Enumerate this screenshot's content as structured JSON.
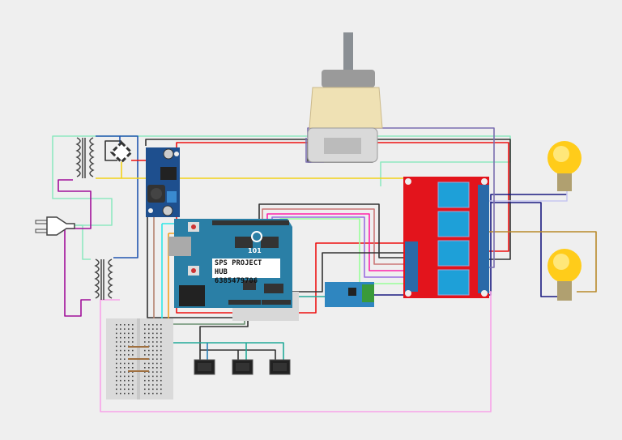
{
  "arduino": {
    "model": "101",
    "label_line1": "SPS PROJECT HUB",
    "label_line2": "6385479706"
  },
  "colors": {
    "relay_board": "#e3141c",
    "relay": "#1ea0d8",
    "arduino": "#2a7fa6",
    "buck_converter": "#1e4f8e",
    "sensor": "#2f86c0",
    "background": "#efefef"
  },
  "components": [
    "ac-plug",
    "transformer",
    "transformer",
    "bridge-rectifier",
    "buck-converter",
    "dc-gear-motor",
    "4-channel-relay-board",
    "light-bulb",
    "light-bulb",
    "arduino-101",
    "current-sensor",
    "breadboard",
    "rocker-switch",
    "rocker-switch",
    "rocker-switch"
  ]
}
